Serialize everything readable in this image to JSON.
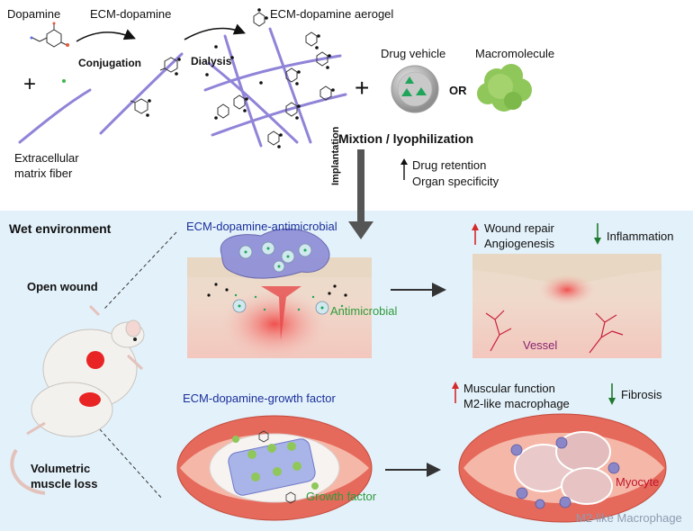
{
  "top": {
    "dopamine": "Dopamine",
    "ecm_dopamine": "ECM-dopamine",
    "ecm_aerogel": "ECM-dopamine aerogel",
    "conjugation": "Conjugation",
    "dialysis": "Dialysis",
    "drug_vehicle": "Drug vehicle",
    "macromolecule": "Macromolecule",
    "or": "OR",
    "ecm_fiber_line1": "Extracellular",
    "ecm_fiber_line2": "matrix fiber",
    "mixtion": "Mixtion / lyophilization",
    "implantation": "Implantation",
    "drug_retention": "Drug retention",
    "organ_specificity": "Organ specificity",
    "plus": "+"
  },
  "wet": {
    "title": "Wet environment",
    "open_wound": "Open wound",
    "vml_line1": "Volumetric",
    "vml_line2": "muscle loss",
    "antimicrobial_title": "ECM-dopamine-antimicrobial",
    "antimicrobial": "Antimicrobial",
    "wound_repair": "Wound repair",
    "angiogenesis": "Angiogenesis",
    "inflammation": "Inflammation",
    "vessel": "Vessel",
    "growth_factor_title": "ECM-dopamine-growth factor",
    "growth_factor": "Growth factor",
    "muscular_function": "Muscular function",
    "m2_macrophage": "M2-like macrophage",
    "fibrosis": "Fibrosis",
    "myocyte": "Myocyte",
    "m2_macrophage_label": "M2-like Macrophage"
  },
  "colors": {
    "panel_bg": "#e3f1fa",
    "fiber": "#8f84d8",
    "blue_title": "#1a2f9c",
    "green_text": "#2f9b3a",
    "red_arrow": "#d42a2a",
    "green_arrow": "#1e7a2e"
  }
}
